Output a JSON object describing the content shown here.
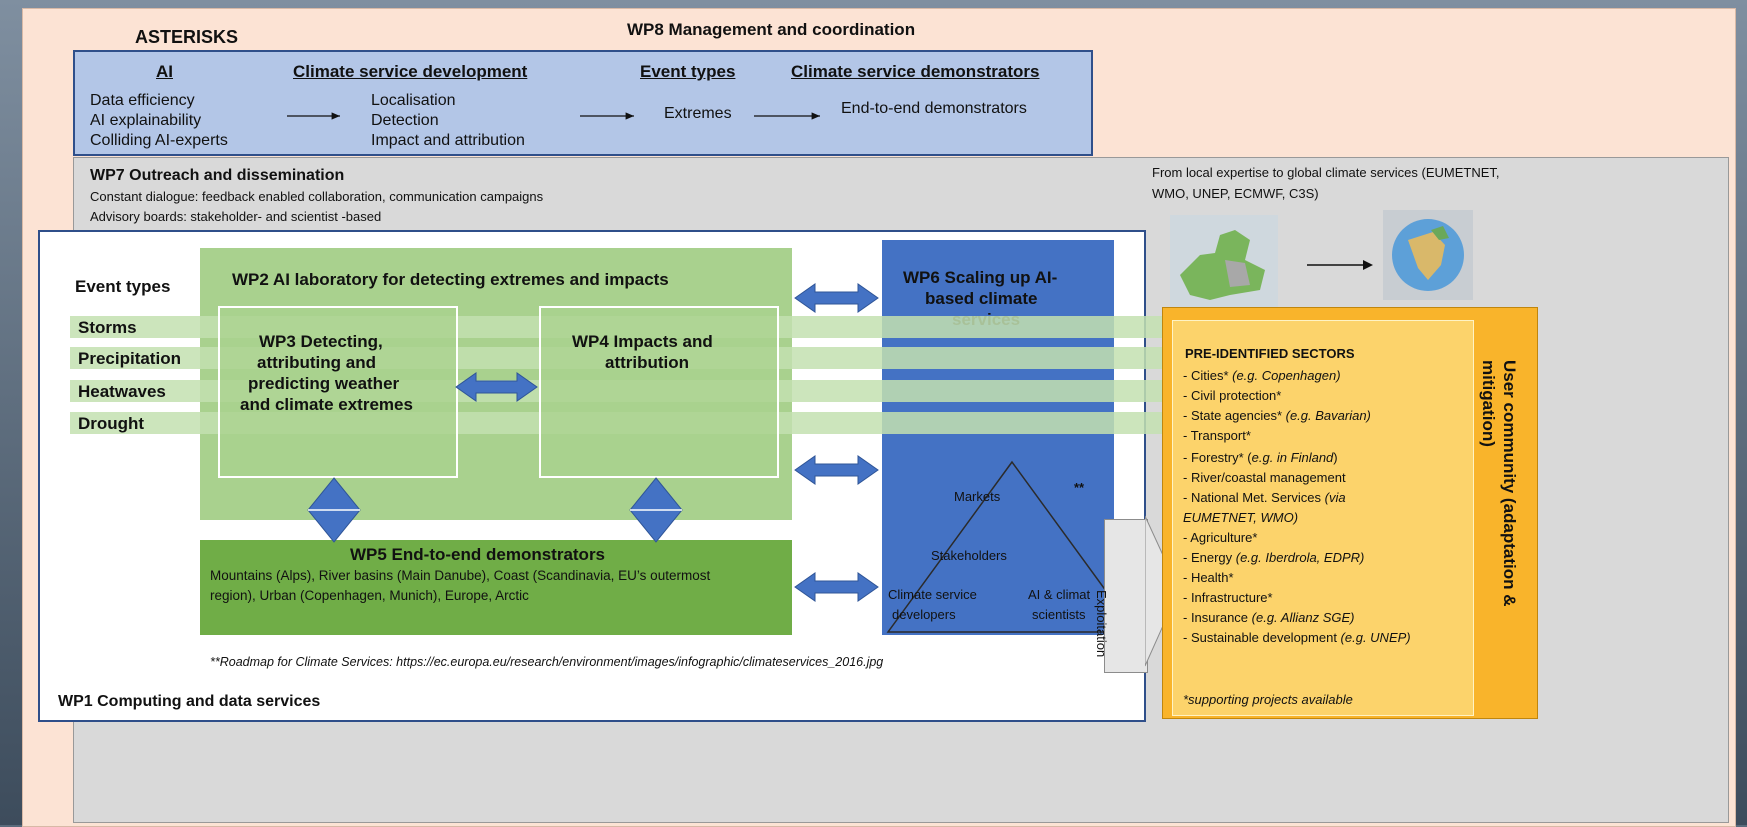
{
  "wp8": {
    "title": "WP8 Management and coordination"
  },
  "asterisks": {
    "label": "ASTERISKS",
    "col1": {
      "header": "AI",
      "items": [
        "Data efficiency",
        "AI explainability",
        "Colliding AI-experts"
      ]
    },
    "col2": {
      "header": "Climate service development",
      "items": [
        "Localisation",
        "Detection",
        "Impact and attribution"
      ]
    },
    "col3": {
      "header": "Event types",
      "items": [
        "Extremes"
      ]
    },
    "col4": {
      "header": "Climate service demonstrators",
      "items": [
        "End-to-end demonstrators"
      ]
    }
  },
  "wp7": {
    "title": "WP7 Outreach and dissemination",
    "line1": "Constant dialogue: feedback enabled collaboration, communication campaigns",
    "line2": "Advisory boards: stakeholder- and scientist -based",
    "global_line1": "From local expertise to global climate services (EUMETNET,",
    "global_line2": "WMO, UNEP, ECMWF, C3S)"
  },
  "event_types": {
    "label": "Event types",
    "items": [
      "Storms",
      "Precipitation",
      "Heatwaves",
      "Drought"
    ]
  },
  "wp2": {
    "title": "WP2 AI laboratory for detecting extremes and impacts"
  },
  "wp3": {
    "lines": [
      "WP3 Detecting,",
      "attributing and",
      "predicting weather",
      "and climate extremes"
    ]
  },
  "wp4": {
    "lines": [
      "WP4 Impacts and",
      "attribution"
    ]
  },
  "wp5": {
    "title": "WP5 End-to-end demonstrators",
    "lines": [
      "Mountains (Alps), River basins (Main Danube), Coast (Scandinavia, EU’s outermost",
      "region), Urban (Copenhagen, Munich), Europe, Arctic"
    ]
  },
  "wp6": {
    "lines": [
      "WP6 Scaling up AI-",
      "based  climate",
      "services"
    ],
    "markets": "Markets",
    "stakeholders": "Stakeholders",
    "developers_1": "Climate service",
    "developers_2": "developers",
    "scientists_1": "AI & climat",
    "scientists_2": "scientists",
    "note_mark": "**"
  },
  "exploitation": "Exploitation",
  "roadmap": "**Roadmap for Climate Services: https://ec.europa.eu/research/environment/images/infographic/climateservices_2016.jpg",
  "wp1": {
    "title": "WP1 Computing and data services"
  },
  "sectors": {
    "title": "PRE-IDENTIFIED SECTORS",
    "items": [
      {
        "text": "- Cities*",
        "ex": " (e.g. Copenhagen)"
      },
      {
        "text": "- Civil protection*",
        "ex": ""
      },
      {
        "text": "- State agencies*",
        "ex": " (e.g. Bavarian)"
      },
      {
        "text": "- Transport*",
        "ex": ""
      },
      {
        "text": "- Forestry* (",
        "ex": "e.g. in Finland",
        "tail": ")"
      },
      {
        "text": "- River/coastal management",
        "ex": ""
      },
      {
        "text": "- National Met. Services",
        "ex": " (via"
      },
      {
        "text": "",
        "ex": "EUMETNET, WMO)"
      },
      {
        "text": "- Agriculture*",
        "ex": ""
      },
      {
        "text": "- Energy",
        "ex": " (e.g. Iberdrola, EDPR)"
      },
      {
        "text": "- Health*",
        "ex": ""
      },
      {
        "text": "- Infrastructure*",
        "ex": ""
      },
      {
        "text": "- Insurance",
        "ex": " (e.g. Allianz SGE)"
      },
      {
        "text": "- Sustainable development",
        "ex": " (e.g. UNEP)"
      }
    ],
    "footnote": "*supporting projects available"
  },
  "user_community": "User community (adaptation & mitigation)",
  "colors": {
    "wp8_bg": "#fce3d4",
    "asterisks_bg": "#b3c6e7",
    "wp7_bg": "#d9d9d9",
    "wp2_green": "#a9d18e",
    "wp5_green": "#70ad47",
    "wp6_blue": "#4472c4",
    "arrow_blue": "#4472c4",
    "user_orange": "#f9b42b",
    "sectors_yellow": "#fcd36b"
  }
}
